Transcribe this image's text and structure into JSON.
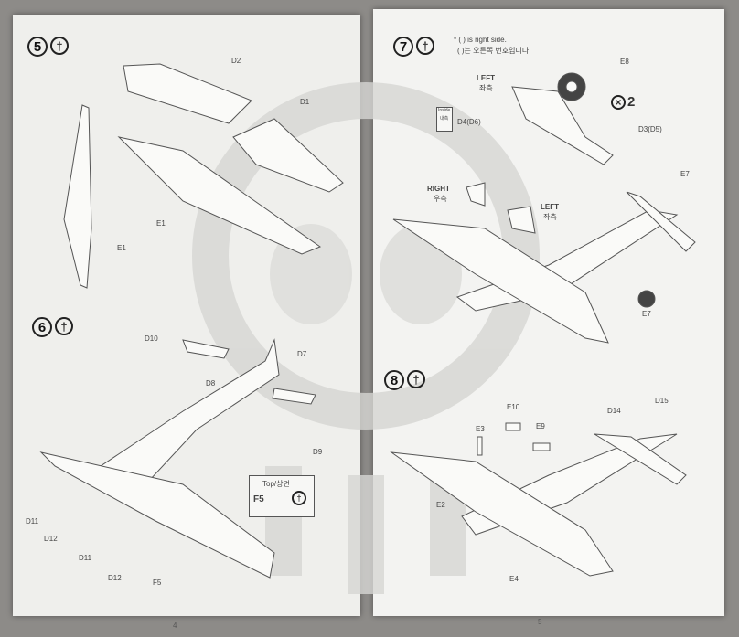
{
  "pages": {
    "left_number": "4",
    "right_number": "5"
  },
  "steps": [
    {
      "number": "5",
      "labels": [
        "D2",
        "D1",
        "E1",
        "E1"
      ]
    },
    {
      "number": "6",
      "labels": [
        "D10",
        "D8",
        "D7",
        "D9",
        "D11",
        "D12",
        "D11",
        "D12",
        "F5"
      ],
      "callout": {
        "title": "Top/상면",
        "part": "F5"
      }
    },
    {
      "number": "7",
      "note_en": "* ( ) is right side.",
      "note_ko": "( )는 오른쪽 번호입니다.",
      "labels": [
        "E8",
        "LEFT",
        "좌측",
        "D4(D6)",
        "D3(D5)",
        "E7",
        "RIGHT",
        "우측",
        "LEFT",
        "좌측",
        "E7"
      ],
      "inside_en": "Inside",
      "inside_ko": "내측",
      "quantity": "2"
    },
    {
      "number": "8",
      "labels": [
        "E10",
        "E3",
        "E9",
        "D14",
        "D15",
        "E2",
        "E4"
      ]
    }
  ],
  "glue_icon": "cement-bottle-icon"
}
